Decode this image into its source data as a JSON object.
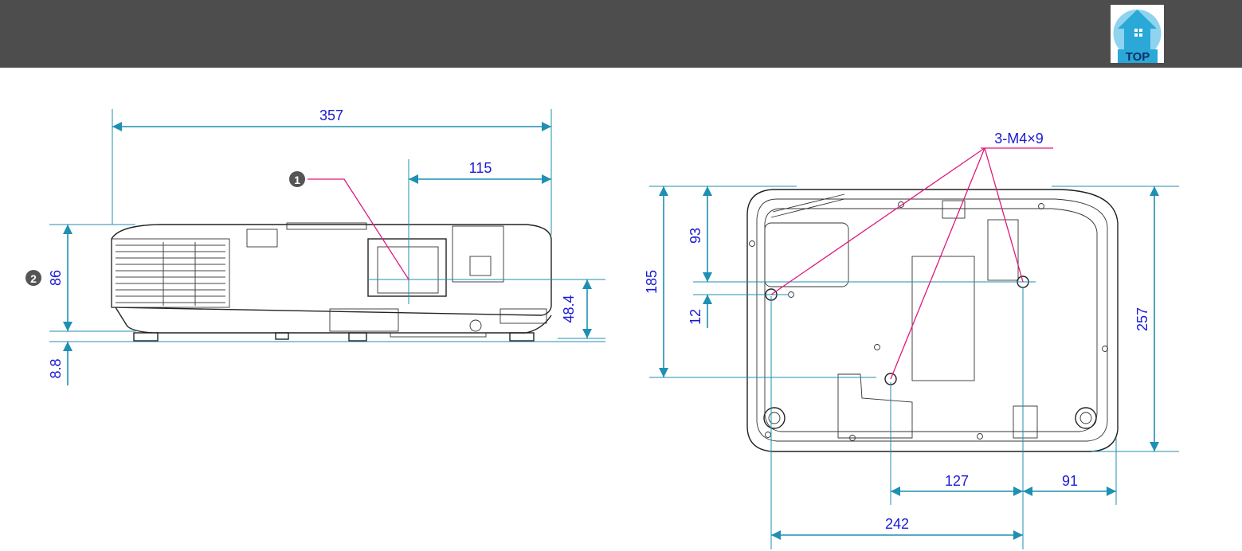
{
  "header": {
    "top_button_label": "TOP",
    "top_icon": "house-icon",
    "bar_color": "#4d4d4d",
    "icon_color": "#2aa8d8"
  },
  "colors": {
    "dimension_text": "#1a1ad6",
    "dimension_line": "#1f8fb3",
    "leader_line": "#e0197d"
  },
  "front_view": {
    "width": "357",
    "lens_offset": "115",
    "height": "86",
    "foot_height": "8.8",
    "lens_center_height": "48.4",
    "callout_1": "1",
    "callout_2": "2"
  },
  "bottom_view": {
    "screw_spec": "3-M4×9",
    "depth_total": "185",
    "depth_upper": "93",
    "depth_gap": "12",
    "overall_depth": "257",
    "hole_spacing_a": "127",
    "hole_offset_right": "91",
    "hole_spacing_b": "242"
  }
}
